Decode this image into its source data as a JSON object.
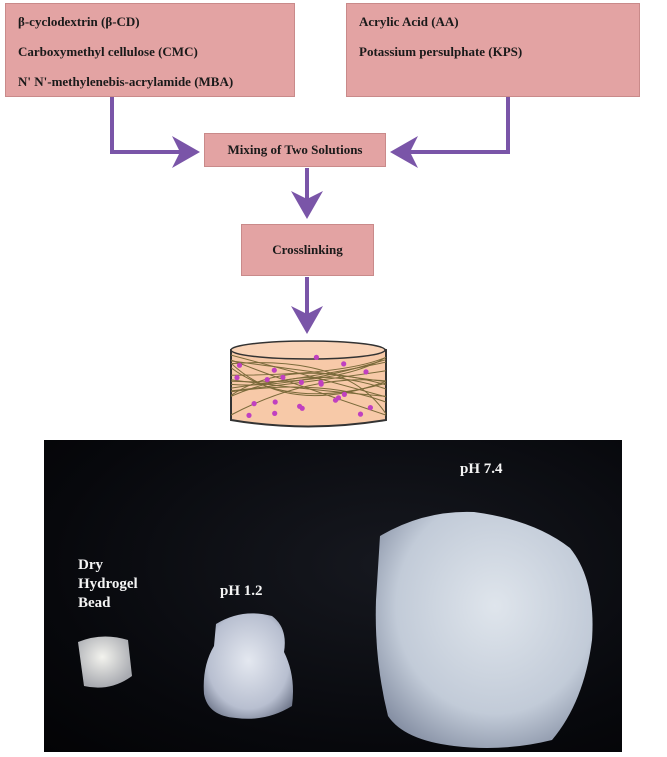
{
  "inputs_left": {
    "line1": "β-cyclodextrin (β-CD)",
    "line2": "Carboxymethyl cellulose (CMC)",
    "line3": "N' N'-methylenebis-acrylamide (MBA)"
  },
  "inputs_right": {
    "line1": "Acrylic Acid (AA)",
    "line2": "Potassium persulphate (KPS)"
  },
  "steps": {
    "mixing": "Mixing of Two Solutions",
    "crosslinking": "Crosslinking"
  },
  "photo": {
    "dry_label": "Dry\nHydrogel\nBead",
    "ph_low_label": "pH 1.2",
    "ph_high_label": "pH 7.4"
  },
  "colors": {
    "box_fill": "#e3a3a3",
    "arrow": "#7a55a8",
    "network_node": "#c040c0"
  }
}
